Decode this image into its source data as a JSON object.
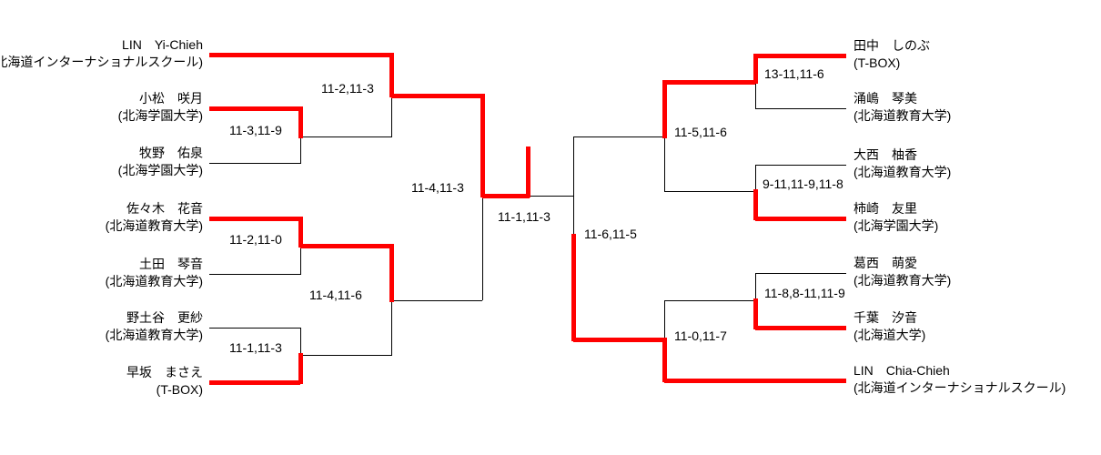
{
  "colors": {
    "winner_path": "#ff0000",
    "bracket_line": "#000000",
    "background": "#ffffff"
  },
  "bracket": {
    "champion": "LIN　Yi-Chieh",
    "left_players": [
      {
        "name": "LIN　Yi-Chieh",
        "affiliation": "(北海道インターナショナルスクール)"
      },
      {
        "name": "小松　咲月",
        "affiliation": "(北海学園大学)"
      },
      {
        "name": "牧野　佑泉",
        "affiliation": "(北海学園大学)"
      },
      {
        "name": "佐々木　花音",
        "affiliation": "(北海道教育大学)"
      },
      {
        "name": "土田　琴音",
        "affiliation": "(北海道教育大学)"
      },
      {
        "name": "野土谷　更紗",
        "affiliation": "(北海道教育大学)"
      },
      {
        "name": "早坂　まさえ",
        "affiliation": "(T-BOX)"
      }
    ],
    "right_players": [
      {
        "name": "田中　しのぶ",
        "affiliation": "(T-BOX)"
      },
      {
        "name": "涌嶋　琴美",
        "affiliation": "(北海道教育大学)"
      },
      {
        "name": "大西　柚香",
        "affiliation": "(北海道教育大学)"
      },
      {
        "name": "柿崎　友里",
        "affiliation": "(北海学園大学)"
      },
      {
        "name": "葛西　萌愛",
        "affiliation": "(北海道教育大学)"
      },
      {
        "name": "千葉　汐音",
        "affiliation": "(北海道大学)"
      },
      {
        "name": "LIN　Chia-Chieh",
        "affiliation": "(北海道インターナショナルスクール)"
      }
    ],
    "scores": {
      "left_r1_m1": "11-3,11-9",
      "left_r1_m2": "11-2,11-0",
      "left_r1_m3": "11-1,11-3",
      "left_r2_m1": "11-2,11-3",
      "left_r2_m2": "11-4,11-6",
      "left_sf": "11-4,11-3",
      "final": "11-1,11-3",
      "right_sf": "11-6,11-5",
      "right_r2_m1": "11-5,11-6",
      "right_r2_m2": "11-0,11-7",
      "right_r1_m1": "13-11,11-6",
      "right_r1_m2": "9-11,11-9,11-8",
      "right_r1_m3": "11-8,8-11,11-9"
    }
  }
}
